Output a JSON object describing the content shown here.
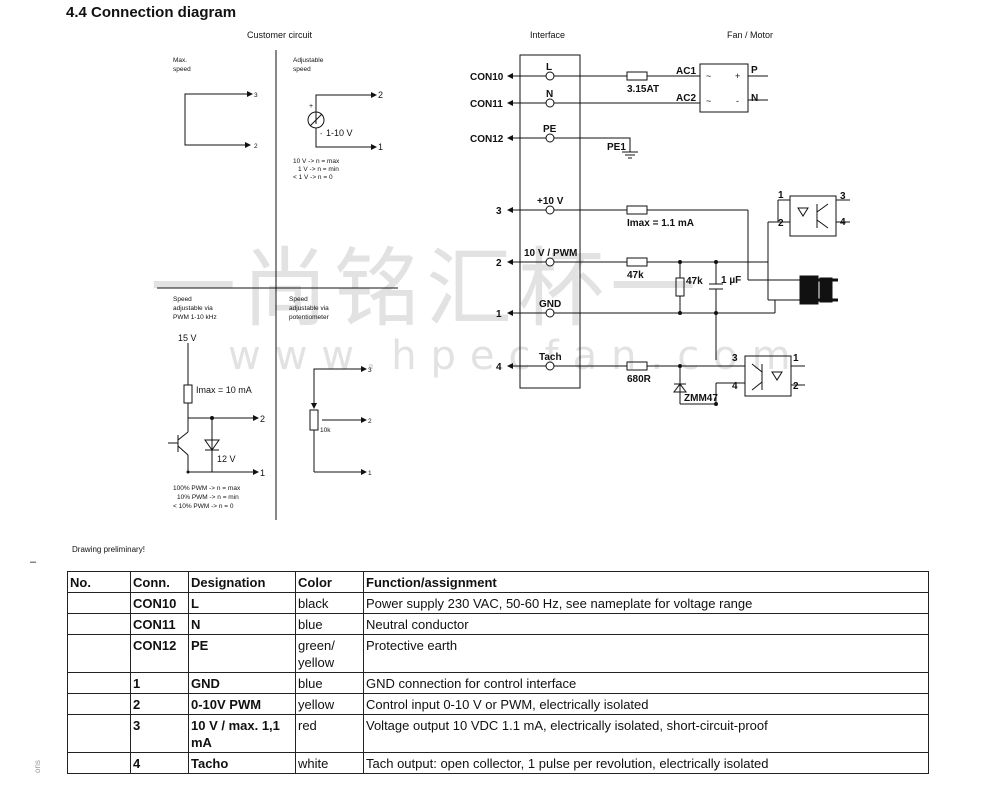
{
  "heading": "4.4 Connection diagram",
  "diagram": {
    "sections": {
      "customer": "Customer circuit",
      "interface": "Interface",
      "fan": "Fan / Motor"
    },
    "q1": {
      "line1": "Max.",
      "line2": "speed",
      "t3": "3",
      "t2": "2"
    },
    "q2": {
      "line1": "Adjustable",
      "line2": "speed",
      "plus": "+",
      "minus": "-",
      "v": "1-10 V",
      "t2": "2",
      "t1": "1",
      "n1": "10 V -> n = max",
      "n2": "1 V -> n = min",
      "n3": "< 1 V -> n = 0"
    },
    "q3": {
      "line1": "Speed",
      "line2": "adjustable via",
      "line3": "PWM 1-10 kHz",
      "v15": "15 V",
      "imax": "Imax = 10 mA",
      "v12": "12 V",
      "t2": "2",
      "t1": "1",
      "n1": "100% PWM -> n = max",
      "n2": "10% PWM -> n = min",
      "n3": "< 10% PWM -> n = 0"
    },
    "q4": {
      "line1": "Speed",
      "line2": "adjustable via",
      "line3": "potentiometer",
      "r": "10k",
      "t3": "3",
      "t2": "2",
      "t1": "1"
    },
    "iface": {
      "con10": "CON10",
      "con11": "CON11",
      "con12": "CON12",
      "L": "L",
      "N": "N",
      "PE": "PE",
      "p10": "+10 V",
      "pwm": "10 V / PWM",
      "gnd": "GND",
      "tach": "Tach",
      "n3": "3",
      "n2": "2",
      "n1": "1",
      "n4": "4"
    },
    "right": {
      "fuse": "3.15AT",
      "ac1": "AC1",
      "ac2": "AC2",
      "P": "P",
      "Nm": "N",
      "plus": "+",
      "tilde1": "~",
      "tilde2": "~",
      "minus": "-",
      "pe1": "PE1",
      "imax": "Imax = 1.1 mA",
      "r47k": "47k",
      "r47k2": "47k",
      "cap": "1 µF",
      "r680": "680R",
      "zener": "ZMM47",
      "o1a": "1",
      "o1b": "2",
      "o1c": "3",
      "o1d": "4",
      "o2a": "3",
      "o2b": "4",
      "o2c": "1",
      "o2d": "2"
    }
  },
  "watermark": "一尚铭汇杯一",
  "watermark_url": "www.hpecfan.com",
  "note": "Drawing preliminary!",
  "dash": "–",
  "side_mark": "ons",
  "table": {
    "headers": [
      "No.",
      "Conn.",
      "Designation",
      "Color",
      "Function/assignment"
    ],
    "rows": [
      {
        "no": "",
        "conn": "CON10",
        "des": "L",
        "color": "black",
        "func": "Power supply 230 VAC, 50-60 Hz, see nameplate for voltage range"
      },
      {
        "no": "",
        "conn": "CON11",
        "des": "N",
        "color": "blue",
        "func": "Neutral conductor"
      },
      {
        "no": "",
        "conn": "CON12",
        "des": "PE",
        "color": "green/ yellow",
        "func": "Protective earth"
      },
      {
        "no": "",
        "conn": "1",
        "des": "GND",
        "color": "blue",
        "func": "GND connection for control interface"
      },
      {
        "no": "",
        "conn": "2",
        "des": "0-10V PWM",
        "color": "yellow",
        "func": "Control input 0-10 V or PWM, electrically isolated"
      },
      {
        "no": "",
        "conn": "3",
        "des": "10 V / max. 1,1 mA",
        "color": "red",
        "func": "Voltage output 10 VDC 1.1 mA, electrically isolated, short-circuit-proof"
      },
      {
        "no": "",
        "conn": "4",
        "des": "Tacho",
        "color": "white",
        "func": "Tach output: open collector, 1 pulse per revolution, electrically isolated"
      }
    ]
  }
}
